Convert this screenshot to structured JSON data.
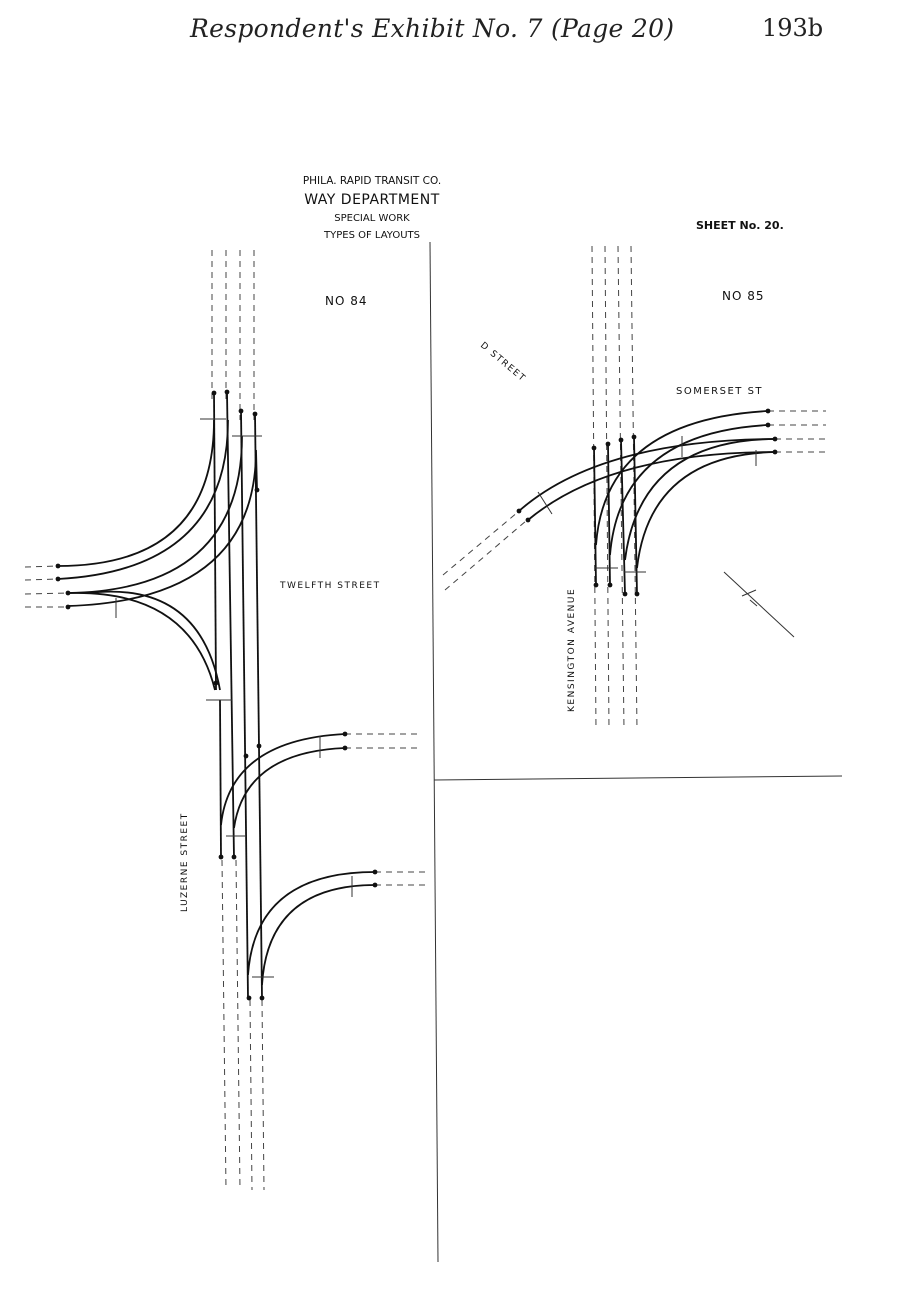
{
  "header": {
    "exhibit_title": "Respondent's Exhibit No. 7 (Page 20)",
    "page_number": "193b"
  },
  "drawing_header": {
    "company": "PHILA. RAPID TRANSIT CO.",
    "department": "WAY DEPARTMENT",
    "subject": "SPECIAL WORK",
    "title": "TYPES OF LAYOUTS",
    "sheet": "SHEET No. 20."
  },
  "layout_84": {
    "number": "NO 84",
    "street_horizontal": "TWELFTH STREET",
    "street_vertical": "LUZERNE STREET"
  },
  "layout_85": {
    "number": "NO 85",
    "street_diagonal": "D STREET",
    "street_horizontal": "SOMERSET ST",
    "street_vertical": "KENSINGTON AVENUE"
  }
}
